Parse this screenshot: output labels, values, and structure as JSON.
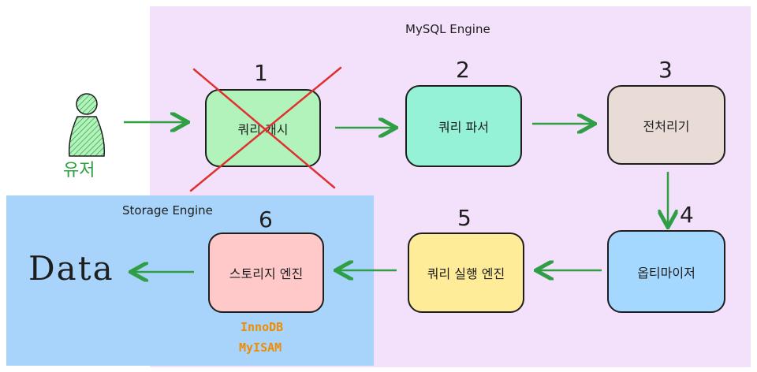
{
  "regions": {
    "mysql_label": "MySQL Engine",
    "storage_label": "Storage Engine"
  },
  "user": {
    "label": "유저"
  },
  "steps": [
    {
      "num": "1",
      "label": "쿼리 캐시"
    },
    {
      "num": "2",
      "label": "쿼리 파서"
    },
    {
      "num": "3",
      "label": "전처리기"
    },
    {
      "num": "4",
      "label": "옵티마이저"
    },
    {
      "num": "5",
      "label": "쿼리 실행 엔진"
    },
    {
      "num": "6",
      "label": "스토리지 엔진"
    }
  ],
  "storage_engines": [
    "InnoDB",
    "MyISAM"
  ],
  "data_label": "Data",
  "colors": {
    "arrow": "#2f9e44",
    "cross": "#e03131",
    "box1": "#b2f2bb",
    "box2": "#96f2d7",
    "box3": "#e9dcd6",
    "box4": "#a5d8ff",
    "box5": "#ffec99",
    "box6": "#ffc9c9",
    "engine_text": "#f08c00"
  }
}
